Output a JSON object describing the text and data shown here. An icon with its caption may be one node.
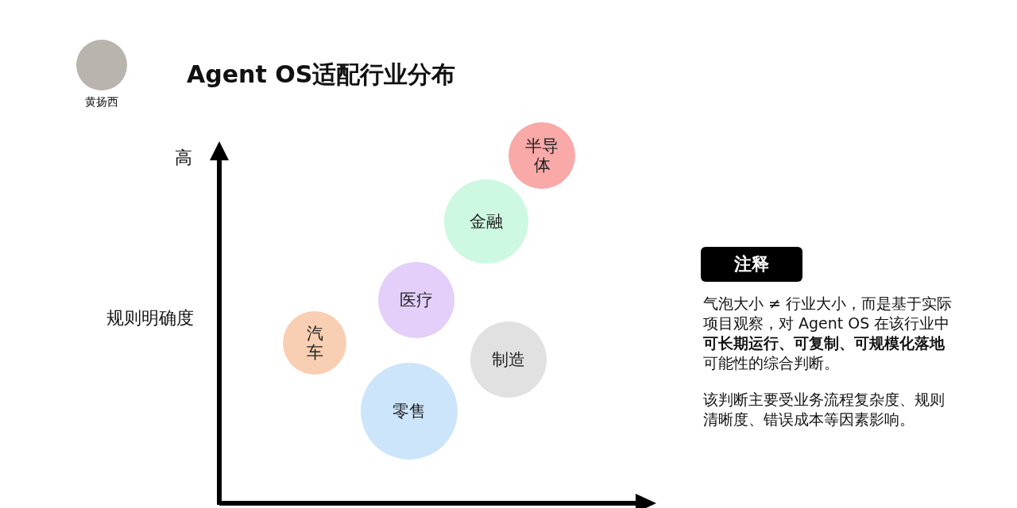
{
  "diagram": {
    "title": "Agent OS适配行业分布",
    "nodes": [
      {
        "text": [
          "半导体"
        ]
      },
      {
        "text": [
          "金融"
        ]
      },
      {
        "text": [
          "注释"
        ]
      },
      {
        "text": [
          "医疗"
        ]
      },
      {
        "text": [
          "汽车"
        ]
      },
      {
        "text": [
          "制造"
        ]
      },
      {
        "text": [
          "零售"
        ]
      }
    ],
    "labels": [
      "黄扬西",
      "高",
      "规则明确度",
      "气泡大小 ≠ 行业大小，而是基于实际项目观察，对 Agent OS 在该行业中**可长期运行、可复制、可规模化落地**可能性的综合判断。",
      "该判断主要受业务流程复杂度、规则清晰度、错误成本等因素影响。"
    ]
  }
}
